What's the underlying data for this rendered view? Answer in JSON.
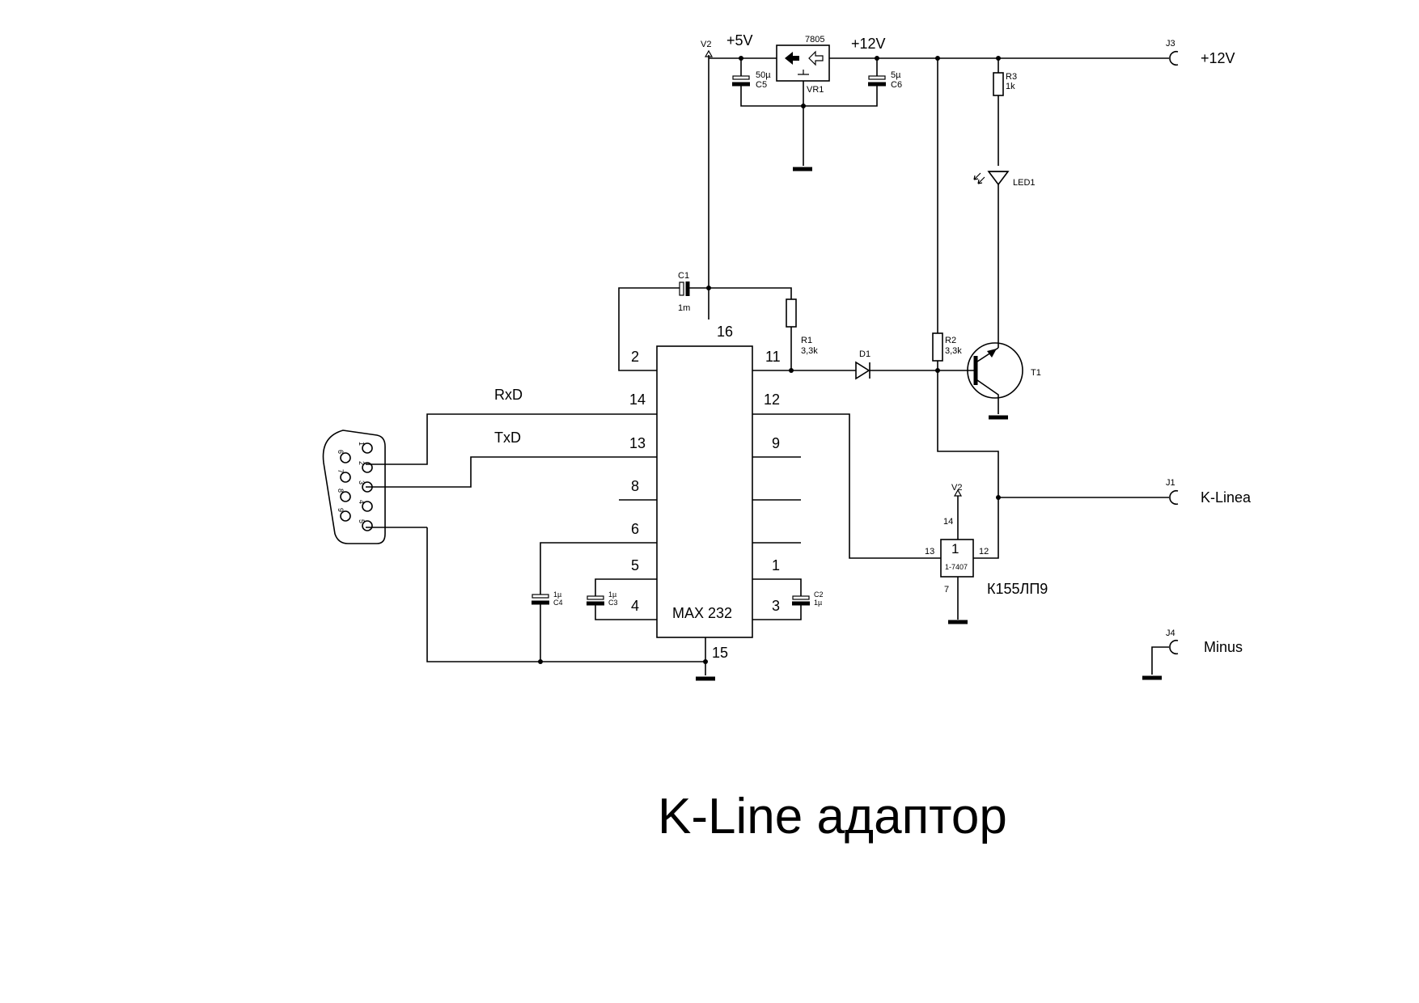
{
  "title": "K-Line адаптор",
  "power": {
    "v2_top": "V2",
    "plus5v": "+5V",
    "plus12v": "+12V",
    "reg_part": "7805",
    "reg_ref": "VR1",
    "c5_val": "50µ",
    "c5_ref": "C5",
    "c6_val": "5µ",
    "c6_ref": "C6"
  },
  "connectors": {
    "j3_ref": "J3",
    "j3_label": "+12V",
    "j1_ref": "J1",
    "j1_label": "K-Linea",
    "j4_ref": "J4",
    "j4_label": "Minus"
  },
  "components": {
    "r3_ref": "R3",
    "r3_val": "1k",
    "led_ref": "LED1",
    "c1_ref": "C1",
    "c1_val": "1m",
    "r1_ref": "R1",
    "r1_val": "3,3k",
    "d1_ref": "D1",
    "r2_ref": "R2",
    "r2_val": "3,3k",
    "t1_ref": "T1",
    "c2_ref": "C2",
    "c2_val": "1µ",
    "c3_ref": "C3",
    "c3_val": "1µ",
    "c4_ref": "C4",
    "c4_val": "1µ"
  },
  "max232": {
    "name": "MAX 232",
    "pin16": "16",
    "pin15": "15",
    "left_pins": [
      "2",
      "14",
      "13",
      "8",
      "6",
      "5",
      "4"
    ],
    "right_pins": [
      "11",
      "12",
      "9",
      "1",
      "3"
    ]
  },
  "signals": {
    "rxd": "RxD",
    "txd": "TxD"
  },
  "gate": {
    "ref": "1",
    "part": "1-7407",
    "name": "К155ЛП9",
    "v2": "V2",
    "pin14": "14",
    "pin13": "13",
    "pin12": "12",
    "pin7": "7"
  },
  "db9": {
    "pins": [
      "1",
      "2",
      "3",
      "4",
      "5",
      "6",
      "7",
      "8",
      "9"
    ]
  }
}
